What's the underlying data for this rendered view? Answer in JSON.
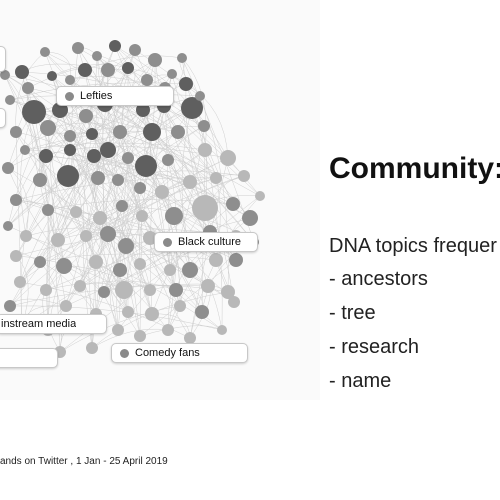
{
  "graph": {
    "labels": [
      {
        "text": "Lefties"
      },
      {
        "text": "Black culture"
      },
      {
        "text": "instream media"
      },
      {
        "text": ""
      },
      {
        "text": "Comedy fans"
      }
    ]
  },
  "slide": {
    "heading": "Community:",
    "subheading": "DNA topics frequer",
    "topics": [
      "- ancestors",
      "- tree",
      "- research",
      "- name"
    ]
  },
  "caption": "ands on Twitter , 1 Jan - 25 April 2019",
  "colors": {
    "node_dark": "#5f5f5f",
    "node_mid": "#8e8e8e",
    "node_light": "#b8b8b8",
    "edge": "#cfcfcf",
    "label_dot": "#8a8a8a"
  }
}
